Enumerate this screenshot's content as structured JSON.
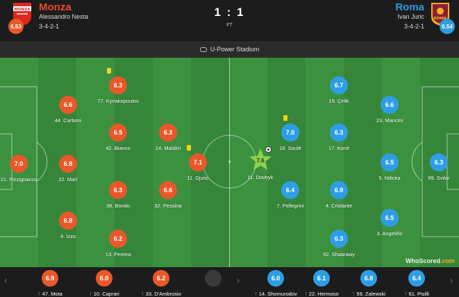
{
  "match": {
    "home": {
      "name": "Monza",
      "coach": "Alessandro Nesta",
      "formation": "3-4-2-1",
      "rating": "6.53",
      "crest_text": "MONZA",
      "color": "#e8582a"
    },
    "away": {
      "name": "Roma",
      "coach": "Ivan Juric",
      "formation": "3-4-2-1",
      "rating": "6.54",
      "crest_text": "ROMA",
      "color": "#2e9ee4"
    },
    "score": "1 : 1",
    "status": "FT",
    "venue": "U-Power Stadium"
  },
  "home_players": [
    {
      "label": "21. Pizzignacco",
      "rating": "7.0"
    },
    {
      "label": "44. Carboni",
      "rating": "6.6"
    },
    {
      "label": "22. Marí",
      "rating": "6.8"
    },
    {
      "label": "4. Izzo",
      "rating": "6.8"
    },
    {
      "label": "77. Kyriakopoulos",
      "rating": "6.3",
      "mark": "yellow-card"
    },
    {
      "label": "42. Bianco",
      "rating": "6.5",
      "mark": "sub-off"
    },
    {
      "label": "38. Bondo",
      "rating": "6.3"
    },
    {
      "label": "13. Pereira",
      "rating": "6.2",
      "mark": "sub-off"
    },
    {
      "label": "14. Maldini",
      "rating": "6.3",
      "mark": "sub-off"
    },
    {
      "label": "32. Pessina",
      "rating": "6.6"
    },
    {
      "label": "11. Djuric",
      "rating": "7.1",
      "mark": "yellow-card"
    }
  ],
  "away_players": [
    {
      "label": "11. Dovbyk",
      "rating": "7.6",
      "mark": "goal",
      "motm": true
    },
    {
      "label": "18. Soulé",
      "rating": "7.0",
      "mark": "yellow-card-sub"
    },
    {
      "label": "7. Pellegrini",
      "rating": "6.4",
      "mark": "sub-off"
    },
    {
      "label": "19. Çelik",
      "rating": "6.7",
      "mark": "sub-off"
    },
    {
      "label": "17. Koné",
      "rating": "6.3"
    },
    {
      "label": "4. Cristante",
      "rating": "6.9"
    },
    {
      "label": "92. Shaarawy",
      "rating": "6.3",
      "mark": "sub-off"
    },
    {
      "label": "23. Mancini",
      "rating": "6.6"
    },
    {
      "label": "5. Ndicka",
      "rating": "6.5"
    },
    {
      "label": "3. Angeliño",
      "rating": "6.5",
      "mark": "sub-off"
    },
    {
      "label": "99. Svilar",
      "rating": "6.3"
    }
  ],
  "home_subs": [
    {
      "label": "47. Mota",
      "rating": "6.9"
    },
    {
      "label": "10. Caprari",
      "rating": "6.0"
    },
    {
      "label": "33. D'Ambrosio",
      "rating": "6.2"
    },
    {
      "label": "",
      "rating": ""
    }
  ],
  "away_subs": [
    {
      "label": "14. Shomurodov",
      "rating": "6.0"
    },
    {
      "label": "22. Hermoso",
      "rating": "6.1"
    },
    {
      "label": "59. Zalewski",
      "rating": "6.8"
    },
    {
      "label": "61. Pisilli",
      "rating": "6.4"
    }
  ],
  "branding": {
    "text": "WhoScored",
    "suffix": ".com"
  },
  "icons": {
    "yellow-card": "yellow-card-icon",
    "sub-off": "sub-off-arrow-icon",
    "goal": "goal-ball-icon",
    "sub-on": "sub-on-arrow-icon",
    "motm": "man-of-the-match-star-icon"
  }
}
